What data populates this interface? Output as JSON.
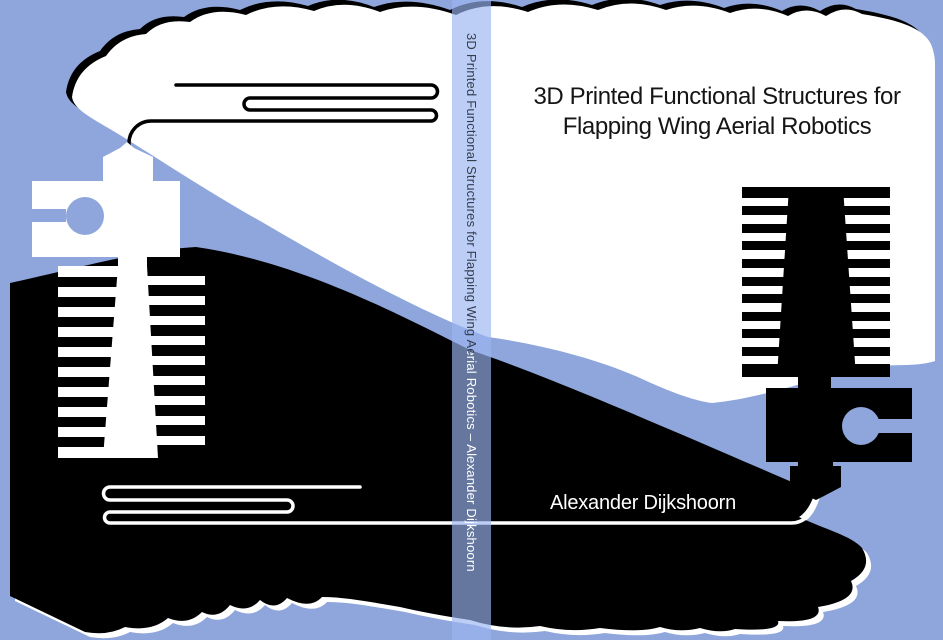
{
  "cover": {
    "front": {
      "title_line1": "3D Printed Functional Structures for",
      "title_line2": "Flapping Wing Aerial Robotics"
    },
    "back": {
      "author": "Alexander Dijkshoorn"
    },
    "spine": {
      "text": "3D Printed Functional Structures for Flapping Wing Aerial Robotics – Alexander Dijkshoorn"
    }
  },
  "artwork": {
    "top_shape": "white-wing-cloud",
    "bottom_shape": "black-wing-cloud",
    "left_illustration": "printer-hotend-nozzle-up",
    "right_illustration": "printer-hotend-nozzle-down",
    "top_trace": "printed-meander-filament-line-black",
    "bottom_trace": "printed-meander-filament-line-white"
  },
  "colors": {
    "background": "#8FA6DC",
    "white_wing": "#FFFFFF",
    "black_wing": "#000000",
    "outline_black": "#000000",
    "outline_white": "#FFFFFF",
    "spine_overlay": "rgba(155,180,242,0.66)",
    "title_text": "#151515",
    "author_text": "#FFFFFF",
    "spine_text_upper": "#333D4D",
    "spine_text_lower": "#FFFFFF"
  }
}
